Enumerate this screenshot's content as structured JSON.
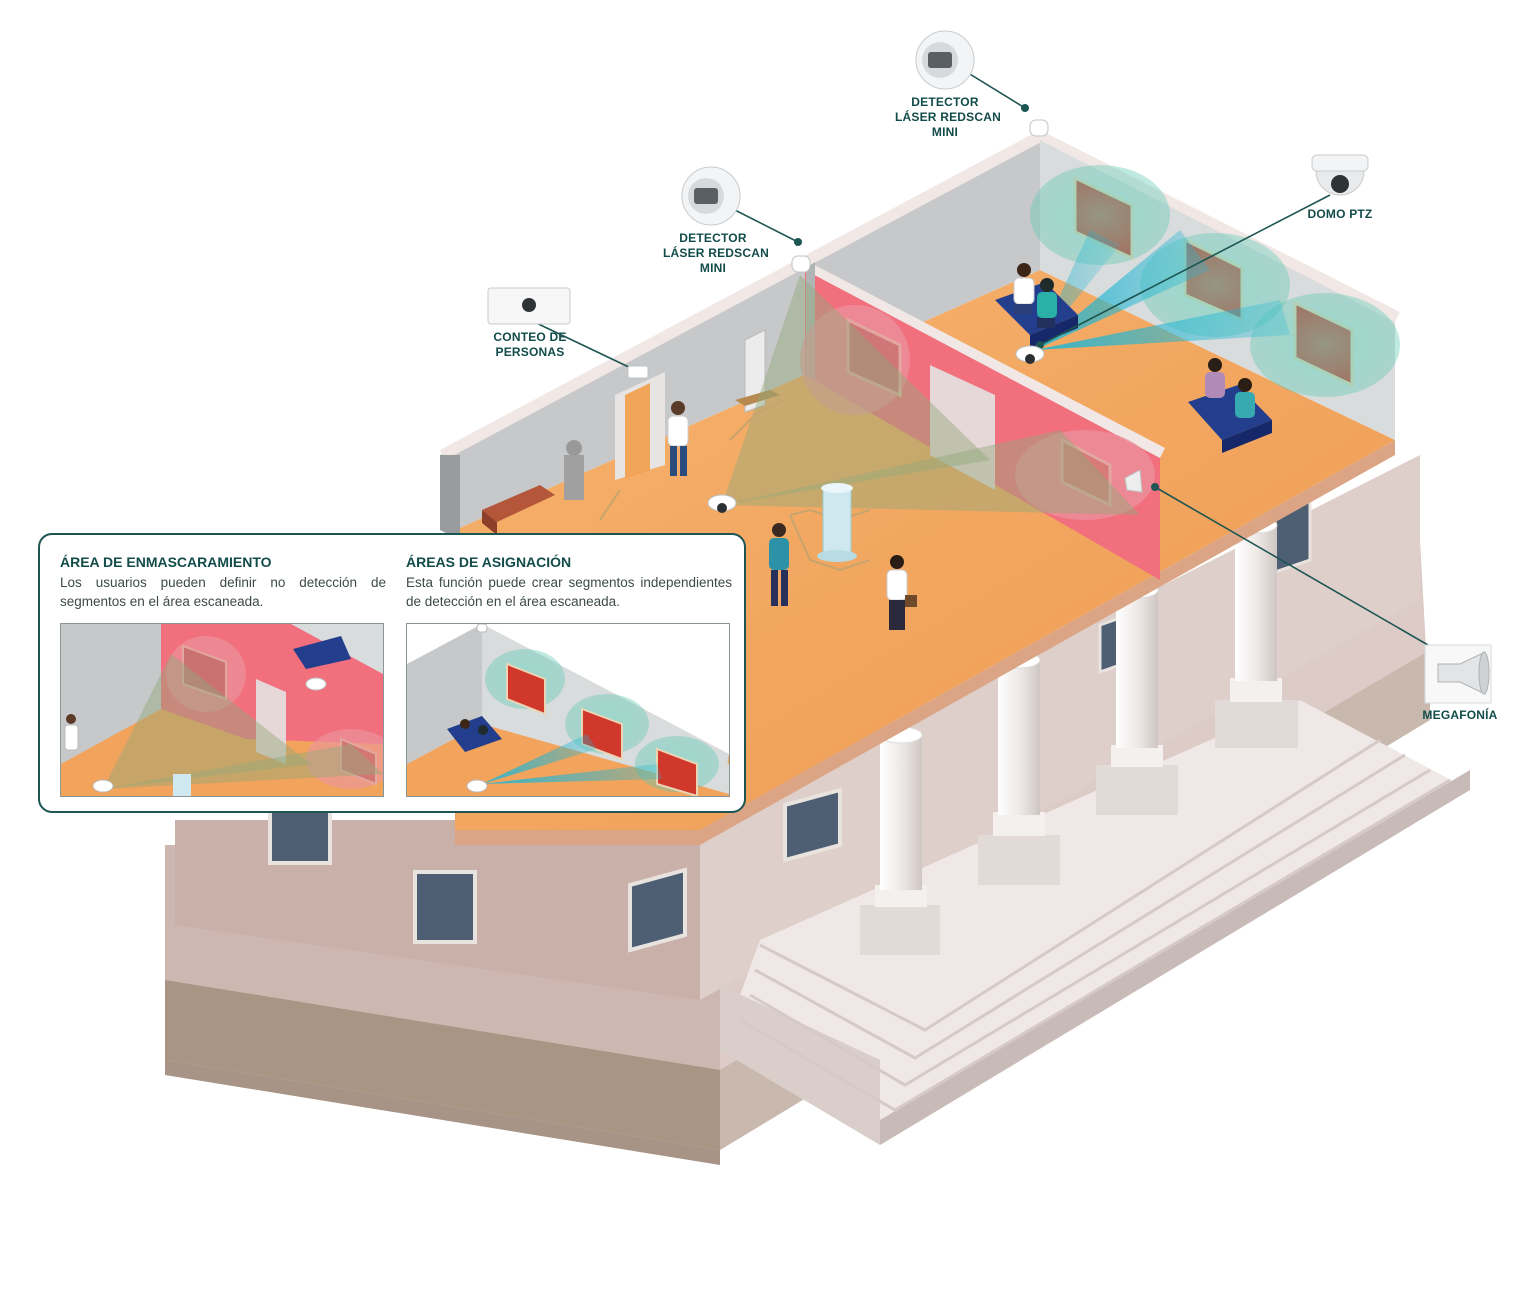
{
  "labels": {
    "laser_top": [
      "DETECTOR",
      "LÁSER REDSCAN",
      "MINI"
    ],
    "laser_mid": [
      "DETECTOR",
      "LÁSER REDSCAN",
      "MINI"
    ],
    "ptz": [
      "DOMO PTZ"
    ],
    "counting": [
      "CONTEO DE",
      "PERSONAS"
    ],
    "megaphone": [
      "MEGAFONÍA"
    ]
  },
  "panel": {
    "masking": {
      "title": "ÁREA DE ENMASCARAMIENTO",
      "text": "Los usuarios pueden definir no detección de segmentos en el área escaneada."
    },
    "assignment": {
      "title": "ÁREAS DE ASIGNACIÓN",
      "text": "Esta función puede crear segmentos independientes de detección en el área escaneada."
    }
  },
  "colors": {
    "accent": "#124c4a",
    "floor": "#f2a35c",
    "masked_wall": "#f2707e",
    "detection_zone": "#5cc8b4",
    "beam": "#2ec4d8",
    "camera_field": "#9aab6a",
    "wall": "#c8c9cb",
    "facade": "#c9b3ad"
  },
  "icons": [
    "laser-detector-icon",
    "ptz-dome-icon",
    "people-counter-icon",
    "megaphone-icon",
    "dome-camera-icon"
  ]
}
